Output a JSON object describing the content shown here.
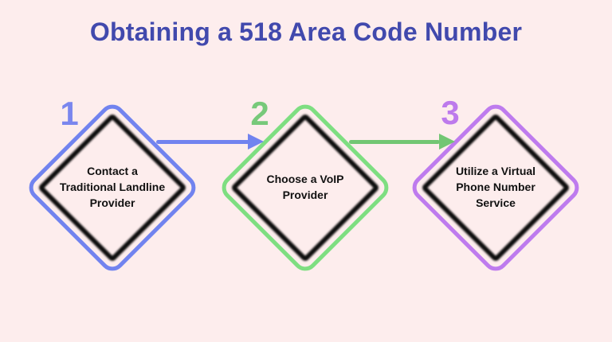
{
  "title": "Obtaining a 518 Area Code Number",
  "colors": {
    "background": "#fdeded",
    "title_text": "#4149ad",
    "inner_diamond": "#0d0d0d",
    "label_text": "#111111"
  },
  "steps": [
    {
      "number": "1",
      "label": "Contact a\nTraditional Landline\nProvider",
      "border_color": "#7183ef",
      "number_color": "#7a86ee"
    },
    {
      "number": "2",
      "label": "Choose a VoIP\nProvider",
      "border_color": "#7ede81",
      "number_color": "#77c97a"
    },
    {
      "number": "3",
      "label": "Utilize a Virtual\nPhone Number\nService",
      "border_color": "#be7bee",
      "number_color": "#bd7aec"
    }
  ],
  "arrows": [
    {
      "color": "#7183ef"
    },
    {
      "color": "#72c673"
    }
  ]
}
